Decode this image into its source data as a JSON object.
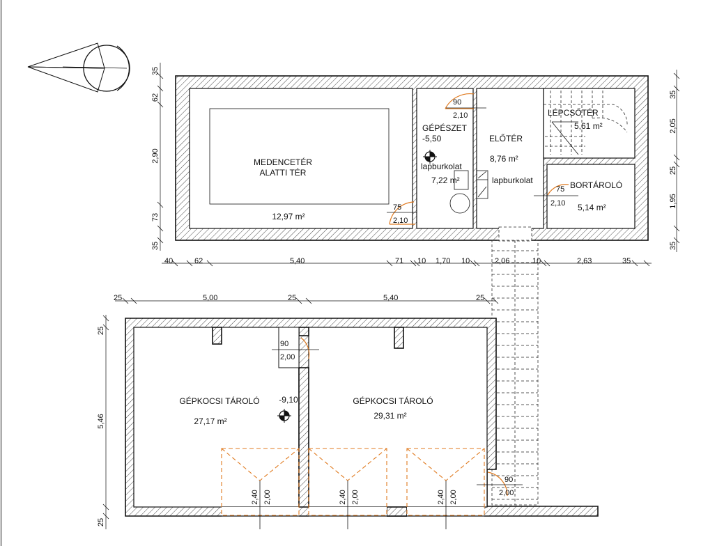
{
  "upper_floor": {
    "rooms": {
      "pool": {
        "name_line1": "MEDENCETÉR",
        "name_line2": "ALATTI TÉR",
        "area": "12,97 m²"
      },
      "mechanical": {
        "name": "GÉPÉSZET",
        "level": "-5,50",
        "floor": "lapburkolat",
        "area": "7,22 m²"
      },
      "hall": {
        "name": "ELŐTÉR",
        "area": "8,76 m²",
        "floor": "lapburkolat"
      },
      "stairwell": {
        "name": "LÉPCSŐTÉR",
        "area": "5,61 m²"
      },
      "wine": {
        "name": "BORTÁROLÓ",
        "area": "5,14 m²"
      }
    },
    "doors": [
      {
        "width": "90",
        "height": "2,10"
      },
      {
        "width": "75",
        "height": "2,10"
      },
      {
        "width": "75",
        "height": "2,10"
      }
    ],
    "dims_bottom": [
      "40",
      "62",
      "5,40",
      "71",
      "10",
      "1,70",
      "10",
      "2,06",
      "10",
      "2,63",
      "35"
    ],
    "dims_left": [
      "35",
      "62",
      "2,90",
      "73",
      "35"
    ],
    "dims_right": [
      "35",
      "2,05",
      "25",
      "1,95",
      "35"
    ]
  },
  "lower_floor": {
    "rooms": {
      "garage1": {
        "name": "GÉPKOCSI TÁROLÓ",
        "area": "27,17 m²",
        "level": "-9,10"
      },
      "garage2": {
        "name": "GÉPKOCSI TÁROLÓ",
        "area": "29,31 m²"
      }
    },
    "doors": [
      {
        "width": "90",
        "height": "2,00"
      },
      {
        "width": "90",
        "height": "2,00"
      }
    ],
    "gates": [
      {
        "width": "2,40",
        "height": "2,00"
      },
      {
        "width": "2,40",
        "height": "2,00"
      },
      {
        "width": "2,40",
        "height": "2,00"
      }
    ],
    "dims_top": [
      "25",
      "5,00",
      "25",
      "5,40",
      "25"
    ],
    "dims_left": [
      "25",
      "5,46",
      "25"
    ]
  },
  "colors": {
    "door": "#e07a1f",
    "line": "#111111"
  }
}
